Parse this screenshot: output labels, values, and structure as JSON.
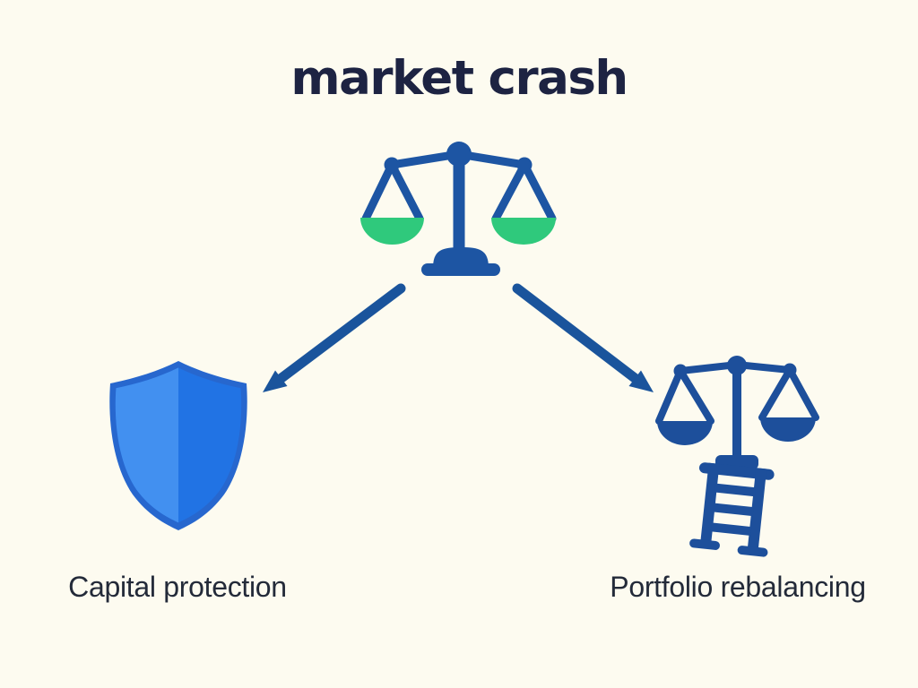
{
  "title": {
    "text": "market crash"
  },
  "branches": {
    "left": {
      "label": "Capital protection"
    },
    "right": {
      "label": "Portfolio rebalancing"
    }
  },
  "icons": {
    "center": "balance-scale",
    "left": "shield",
    "right": "balance-scale-on-ladder",
    "connectors": [
      "arrow-down-left",
      "arrow-down-right"
    ]
  },
  "colors": {
    "background": "#fdfbf0",
    "title_text": "#1d2342",
    "label_text": "#232a39",
    "scale_blue": "#1d55a3",
    "pan_green": "#2fc97c",
    "arrow_blue": "#1a549c",
    "rebalance_blue": "#1d4f9b",
    "shield_edge": "#2767ce",
    "shield_right": "#2173e4",
    "shield_left": "#4290f0"
  }
}
